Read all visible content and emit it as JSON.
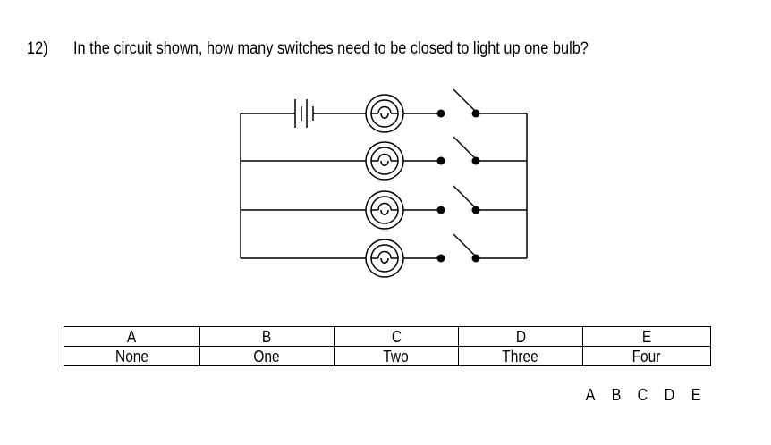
{
  "question": {
    "number": "12)",
    "text": "In the circuit shown, how many switches need to be closed to light up one bulb?"
  },
  "answer_table": {
    "letters": [
      "A",
      "B",
      "C",
      "D",
      "E"
    ],
    "options": [
      "None",
      "One",
      "Two",
      "Three",
      "Four"
    ]
  },
  "choices": [
    "A",
    "B",
    "C",
    "D",
    "E"
  ],
  "circuit": {
    "bulbs": 4,
    "switches": 4,
    "switch_state": "open",
    "battery": 1
  }
}
